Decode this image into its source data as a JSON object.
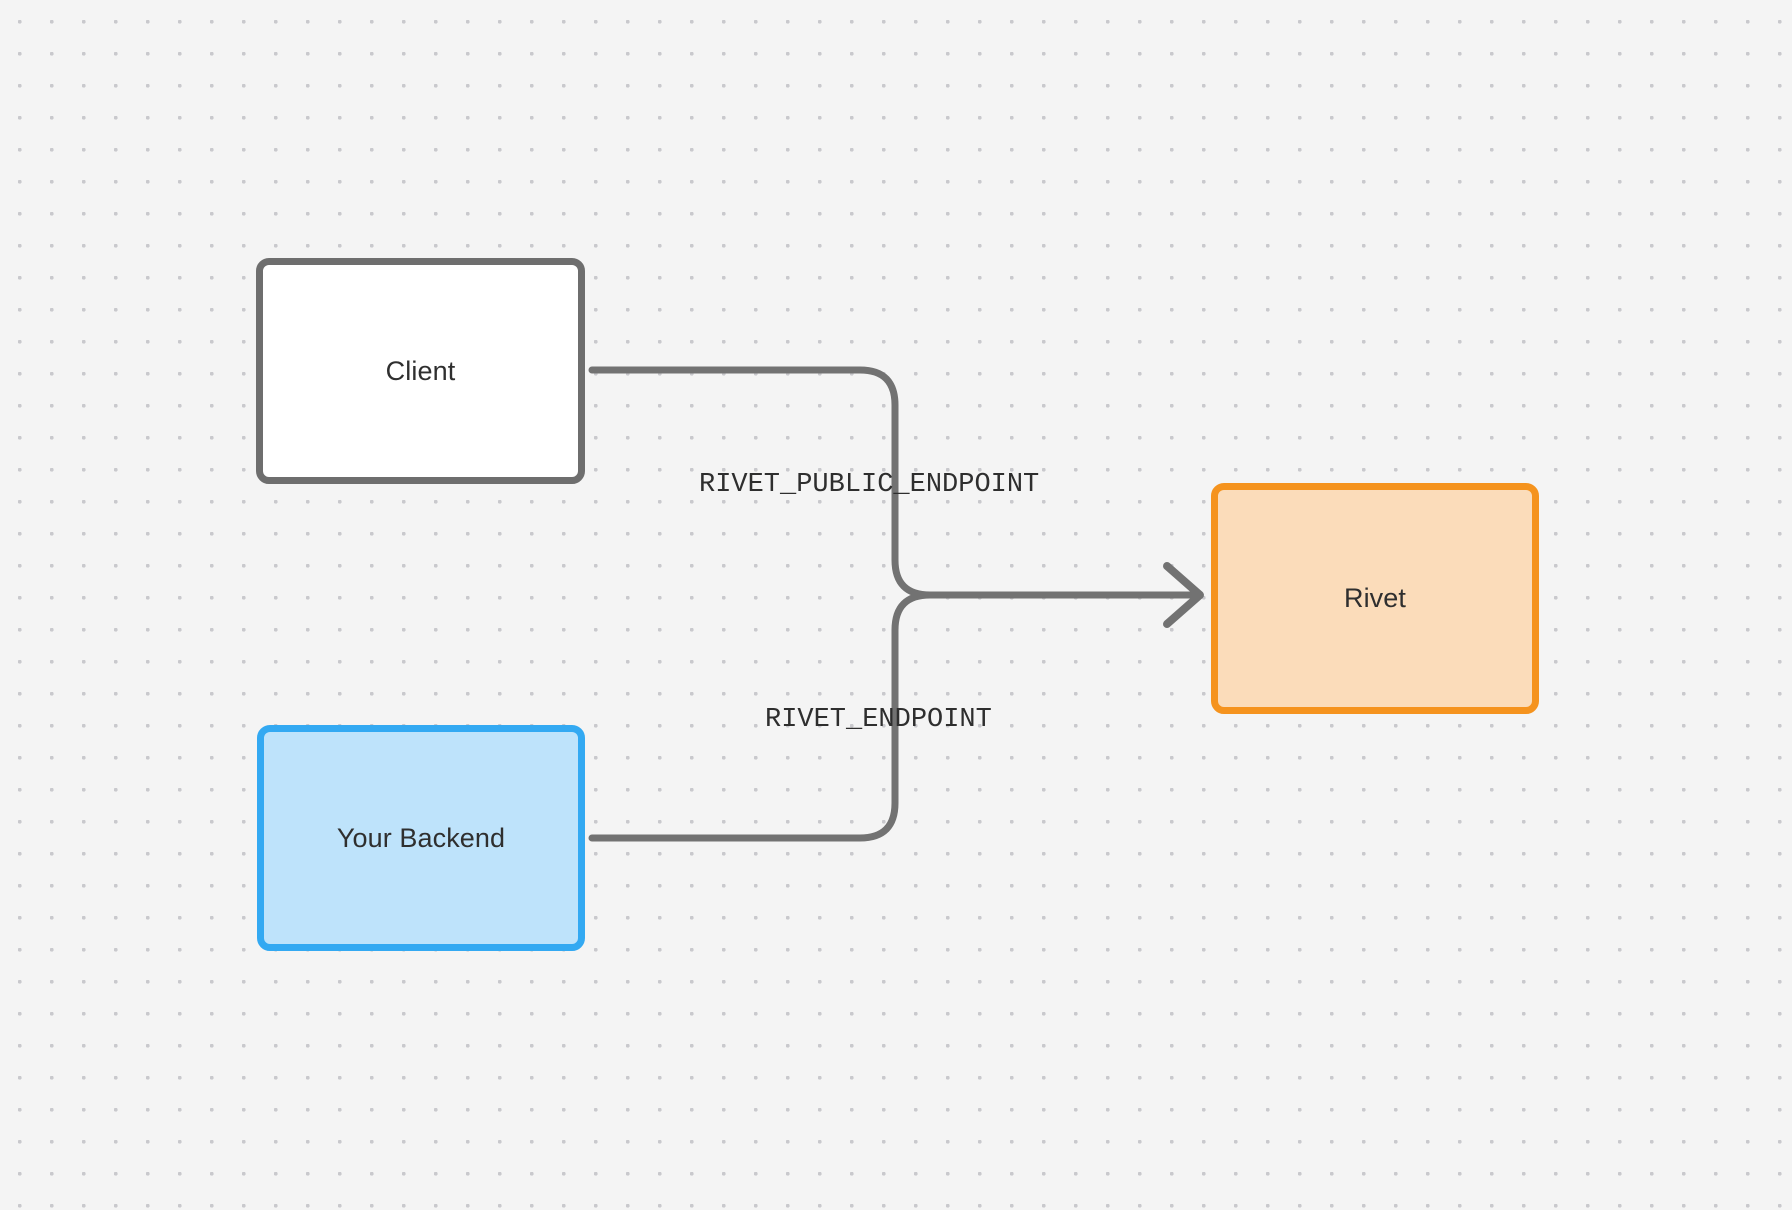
{
  "diagram": {
    "type": "flowchart",
    "background_color": "#f4f4f4",
    "grid": "dot-grid",
    "nodes": [
      {
        "id": "client",
        "label": "Client",
        "fill": "#ffffff",
        "stroke": "#6e6e6e"
      },
      {
        "id": "backend",
        "label": "Your Backend",
        "fill": "#bee3fb",
        "stroke": "#33a9f2"
      },
      {
        "id": "rivet",
        "label": "Rivet",
        "fill": "#fbdcba",
        "stroke": "#f5931e"
      }
    ],
    "edges": [
      {
        "id": "client-to-rivet",
        "from": "client",
        "to": "rivet",
        "label": "RIVET_PUBLIC_ENDPOINT",
        "stroke": "#727272",
        "arrowhead": "open-chevron"
      },
      {
        "id": "backend-to-rivet",
        "from": "backend",
        "to": "rivet",
        "label": "RIVET_ENDPOINT",
        "stroke": "#727272",
        "arrowhead": "open-chevron"
      }
    ]
  }
}
